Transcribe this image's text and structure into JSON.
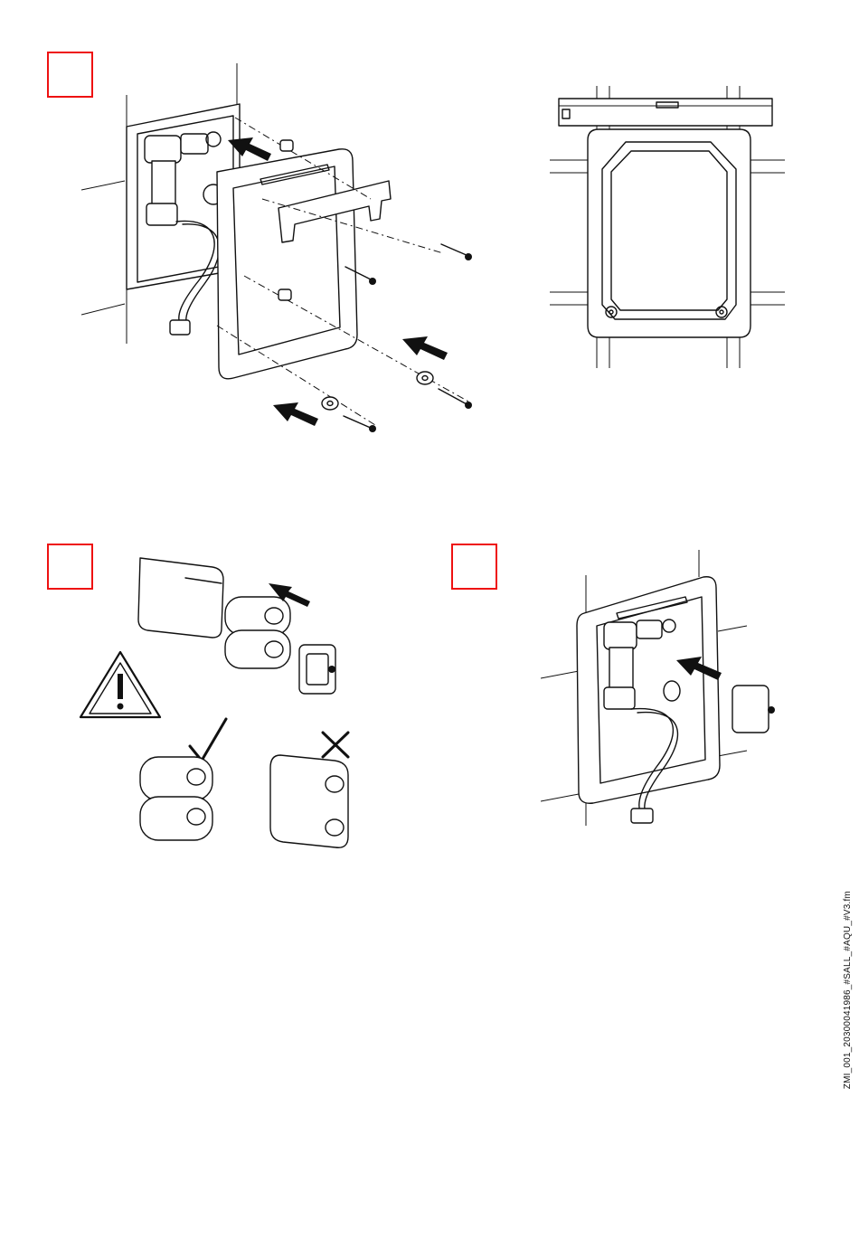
{
  "steps": [
    {
      "id": "step-1",
      "label": ""
    },
    {
      "id": "step-2",
      "label": ""
    },
    {
      "id": "step-3",
      "label": ""
    }
  ],
  "colors": {
    "step_box": "#e11111",
    "line": "#111111"
  },
  "icons": [
    "warning-triangle-icon",
    "checkmark-icon",
    "cross-icon",
    "arrow-icon"
  ],
  "footer": {
    "file_id": "ZMI_001_20300041986_#SALL_#AQU_#V3.fm"
  }
}
